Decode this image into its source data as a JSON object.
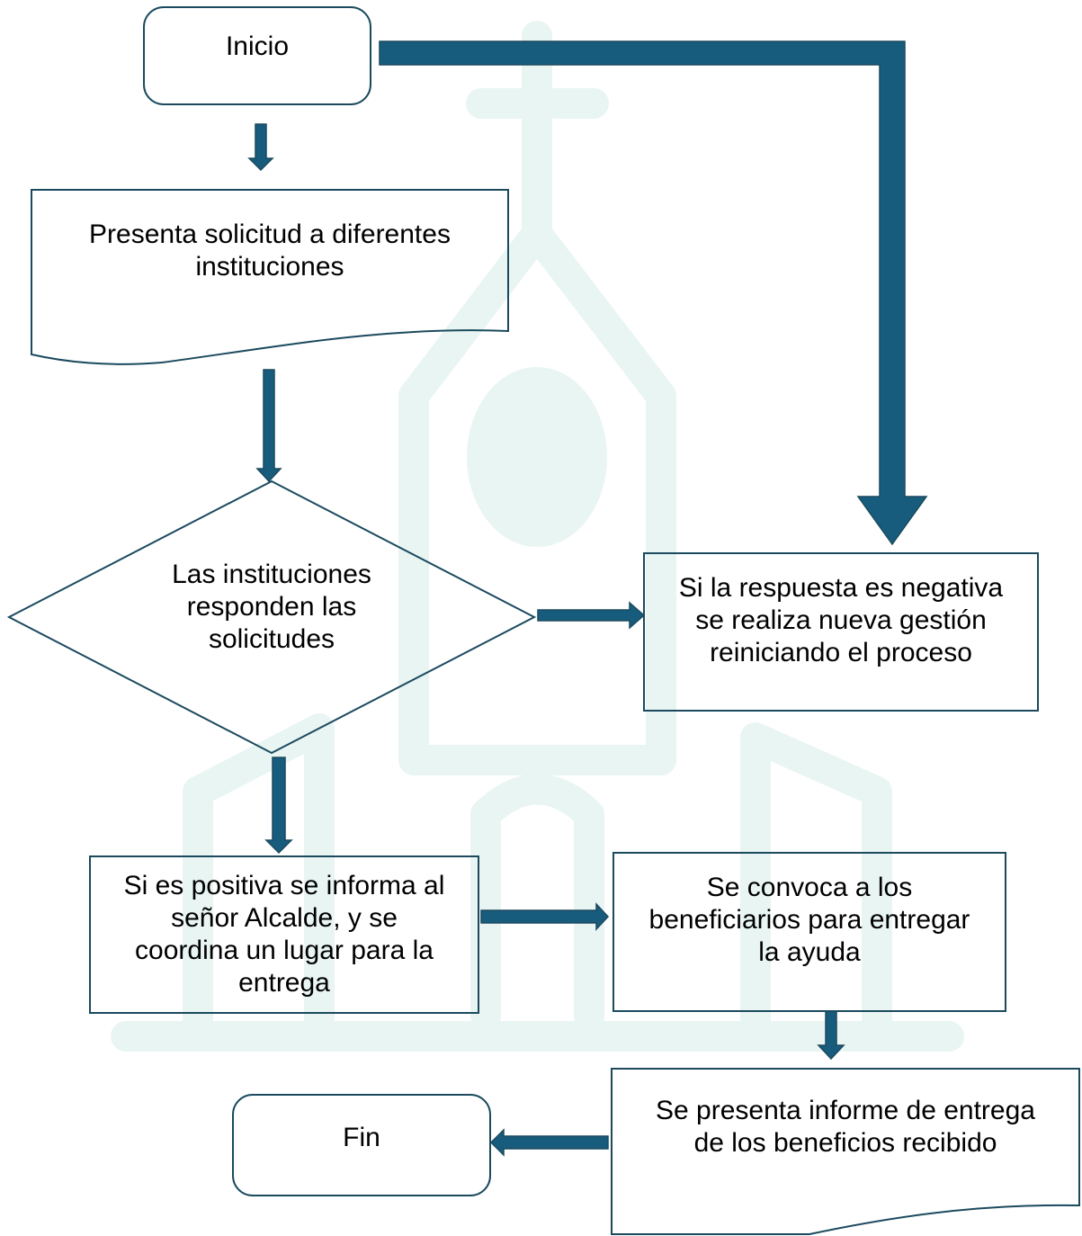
{
  "colors": {
    "stroke": "#1b4a5e",
    "arrow_fill": "#175c7c",
    "watermark": "#e9f5f3",
    "text": "#000000"
  },
  "watermark": {
    "icon": "church-icon"
  },
  "nodes": {
    "start": {
      "shape": "rounded-rect",
      "label": "Inicio"
    },
    "request": {
      "shape": "document",
      "label": "Presenta solicitud a diferentes\ninstituciones"
    },
    "decision": {
      "shape": "diamond",
      "label": "Las instituciones\nresponden las\nsolicitudes"
    },
    "negative": {
      "shape": "rect",
      "label": "Si la respuesta es negativa\nse realiza nueva gestión\nreiniciando el proceso"
    },
    "positive": {
      "shape": "rect",
      "label": "Si es positiva se informa al\nseñor Alcalde, y se\ncoordina un lugar para la\nentrega"
    },
    "convene": {
      "shape": "rect",
      "label": "Se convoca a los\nbeneficiarios para entregar\nla ayuda"
    },
    "report": {
      "shape": "document",
      "label": "Se presenta informe de entrega\nde los beneficios recibido"
    },
    "end": {
      "shape": "rounded-rect",
      "label": "Fin"
    }
  },
  "edges": [
    {
      "from": "start",
      "to": "request"
    },
    {
      "from": "request",
      "to": "decision"
    },
    {
      "from": "decision",
      "to": "negative"
    },
    {
      "from": "start",
      "to": "negative"
    },
    {
      "from": "decision",
      "to": "positive"
    },
    {
      "from": "positive",
      "to": "convene"
    },
    {
      "from": "convene",
      "to": "report"
    },
    {
      "from": "report",
      "to": "end"
    }
  ]
}
